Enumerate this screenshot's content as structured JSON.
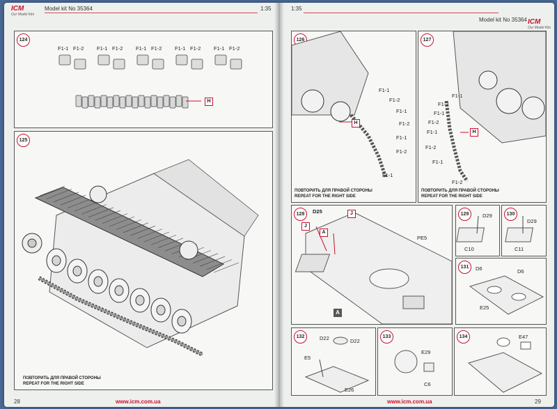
{
  "left_page": {
    "brand": "ICM",
    "brand_tagline": "Our Model Kits",
    "kit_label": "Model kit No 35364",
    "scale": "1:35",
    "page_number": "28",
    "url": "www.icm.com.ua",
    "steps": {
      "s124": {
        "number": "124",
        "track_links": [
          "F1-1",
          "F1-2",
          "F1-1",
          "F1-2",
          "F1-1",
          "F1-2",
          "F1-1",
          "F1-2",
          "F1-1",
          "F1-2"
        ],
        "tag": "H"
      },
      "s125": {
        "number": "125",
        "repeat_ru": "ПОВТОРИТЬ ДЛЯ ПРАВОЙ СТОРОНЫ",
        "repeat_en": "REPEAT FOR THE RIGHT SIDE"
      }
    }
  },
  "right_page": {
    "brand": "ICM",
    "brand_tagline": "Our Model Kits",
    "kit_label": "Model kit No 35364",
    "scale": "1:35",
    "page_number": "29",
    "url": "www.icm.com.ua",
    "steps": {
      "s126": {
        "number": "126",
        "parts": [
          "F1-1",
          "F1-2",
          "F1-1",
          "F1-2",
          "F1-1",
          "F1-2",
          "F1-1"
        ],
        "tag": "H",
        "repeat_ru": "ПОВТОРИТЬ ДЛЯ ПРАВОЙ СТОРОНЫ",
        "repeat_en": "REPEAT FOR THE RIGHT SIDE"
      },
      "s127": {
        "number": "127",
        "parts": [
          "F1-1",
          "F1-2",
          "F1-1",
          "F1-2",
          "F1-1",
          "F1-2",
          "F1-1",
          "F1-2"
        ],
        "tag": "H",
        "repeat_ru": "ПОВТОРИТЬ ДЛЯ ПРАВОЙ СТОРОНЫ",
        "repeat_en": "REPEAT FOR THE RIGHT SIDE"
      },
      "s128": {
        "number": "128",
        "part1": "D25",
        "part2": "PE5",
        "tag_j": "J",
        "tag_a": "A",
        "view_label": "A"
      },
      "s129": {
        "number": "129",
        "part1": "D29",
        "part2": "C10"
      },
      "s130": {
        "number": "130",
        "part1": "D29",
        "part2": "C11"
      },
      "s131": {
        "number": "131",
        "part1": "D6",
        "part2": "D6",
        "part3": "E25"
      },
      "s132": {
        "number": "132",
        "part1": "D22",
        "part2": "D22",
        "part3": "E5",
        "part4": "E26"
      },
      "s133": {
        "number": "133",
        "part1": "E29",
        "part2": "C6"
      },
      "s134": {
        "number": "134",
        "part1": "E47"
      }
    }
  }
}
